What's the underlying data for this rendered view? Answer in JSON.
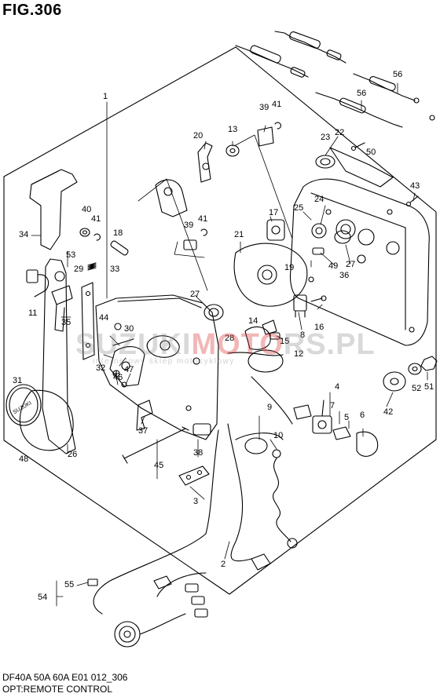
{
  "figure": {
    "title": "FIG.306",
    "model_line": "DF40A 50A 60A E01 012_306",
    "caption": "OPT:REMOTE CONTROL"
  },
  "watermark": {
    "brand_a": "SUZUKI",
    "brand_b": "MOTO",
    "brand_c": "RS.PL",
    "tagline": "internetowy sklep motocyklowy"
  },
  "badge": {
    "text": "SUZUKI"
  },
  "callouts": [
    "1",
    "2",
    "3",
    "4",
    "5",
    "6",
    "7",
    "8",
    "9",
    "10",
    "11",
    "12",
    "13",
    "14",
    "15",
    "16",
    "17",
    "18",
    "19",
    "20",
    "21",
    "22",
    "23",
    "24",
    "25",
    "26",
    "27",
    "28",
    "29",
    "30",
    "31",
    "32",
    "33",
    "34",
    "35",
    "36",
    "37",
    "38",
    "39",
    "40",
    "41",
    "42",
    "43",
    "44",
    "45",
    "46",
    "47",
    "48",
    "49",
    "50",
    "51",
    "52",
    "53",
    "54",
    "55",
    "56"
  ],
  "colors": {
    "line": "#000000",
    "background": "#ffffff",
    "watermark_accent": "#d73232"
  }
}
